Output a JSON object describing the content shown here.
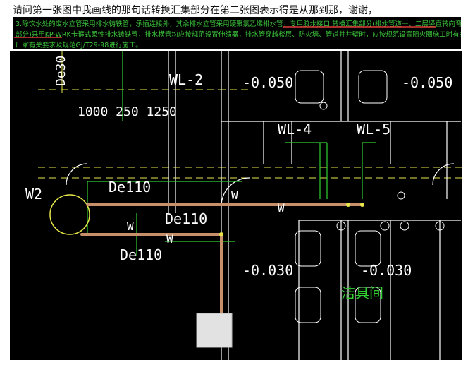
{
  "question": "请问第一张图中我画线的那句话转换汇集部分在第二张图表示得是从那到那，谢谢，",
  "note": {
    "line1": "3.除饮水处的废水立管采用排水铸铁管，承插连接外，其余排水立管采用硬聚氯乙烯排水管，专用胶水接口;转换汇集部分(排水管道一、二层竖直转向弯头至污水检查井",
    "line2": "部分)采用KP-WRK卡箍式柔性排水铸铁管，排水横管均应按规范设置伸缩器，排水管穿越楼层、防火墙、管道井井壁时，应按规范设置阻火圈施工时有关要求须按生产",
    "line3": "厂家有关要求及规范GJ/T29-98进行施工。"
  },
  "drawing": {
    "labels": {
      "de30": "De30",
      "wl2": "WL-2",
      "dims": "1000 250  1250",
      "elev_a": "-0.050",
      "elev_b": "-0.050",
      "wl4": "WL-4",
      "wl5": "WL-5",
      "w2": "W2",
      "de110_a": "De110",
      "de110_b": "De110",
      "de110_c": "De110",
      "w_a": "W",
      "w_b": "W",
      "w_c": "W",
      "w_d": "W",
      "elev_c": "-0.030",
      "elev_d": "-0.030",
      "room": "洁具间"
    },
    "colors": {
      "bg": "#000000",
      "pipe_yellow": "#e6e64a",
      "wall_white": "#ffffff",
      "green": "#2fd02f",
      "annot_pipe": "#c8906a",
      "note_green": "#3cc43c",
      "red_underline": "#e03a3a"
    }
  }
}
